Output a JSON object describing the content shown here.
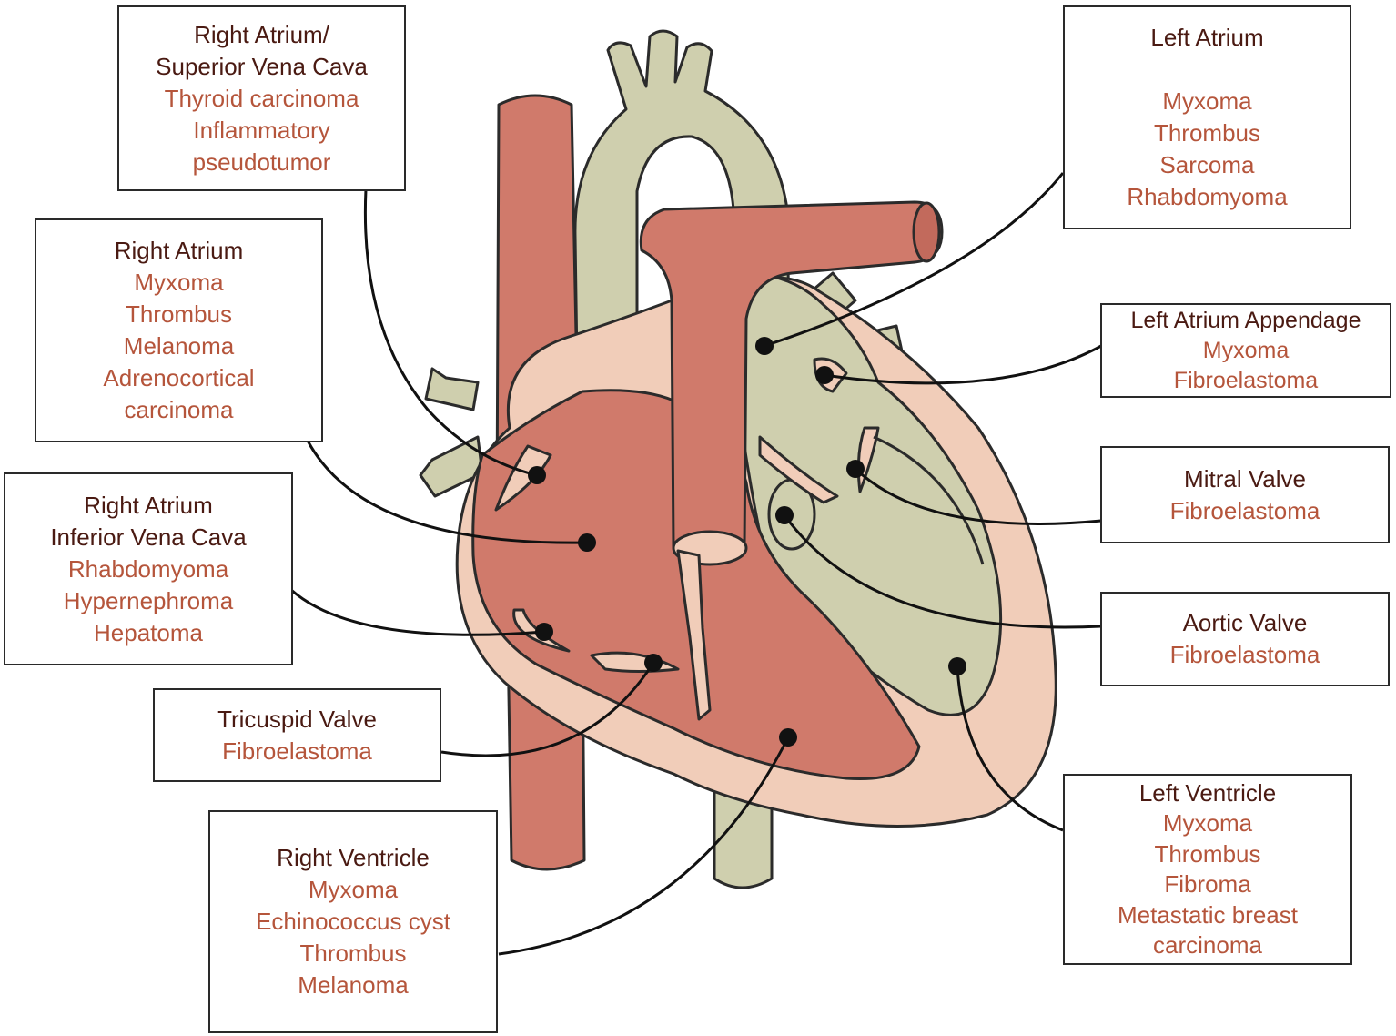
{
  "colors": {
    "vessel_red": "#d07a6b",
    "vessel_green": "#cfcfae",
    "heart_pink": "#f1cdb9",
    "chamber_red": "#d07a6b",
    "chamber_green": "#cfcfae",
    "outline": "#2b2b2b",
    "label_title": "#4a1a12",
    "label_item": "#b5553b"
  },
  "labels": {
    "ra_svc": {
      "title": [
        "Right Atrium/",
        "Superior Vena Cava"
      ],
      "items": [
        "Thyroid carcinoma",
        "Inflammatory",
        "pseudotumor"
      ]
    },
    "ra": {
      "title": [
        "Right Atrium"
      ],
      "items": [
        "Myxoma",
        "Thrombus",
        "Melanoma",
        "Adrenocortical",
        "carcinoma"
      ]
    },
    "ra_ivc": {
      "title": [
        "Right Atrium",
        "Inferior Vena Cava"
      ],
      "items": [
        "Rhabdomyoma",
        "Hypernephroma",
        "Hepatoma"
      ]
    },
    "tricuspid": {
      "title": [
        "Tricuspid Valve"
      ],
      "items": [
        "Fibroelastoma"
      ]
    },
    "rv": {
      "title": [
        "Right Ventricle"
      ],
      "items": [
        "Myxoma",
        "Echinococcus cyst",
        "Thrombus",
        "Melanoma"
      ]
    },
    "la": {
      "title": [
        "Left Atrium"
      ],
      "items": [
        "Myxoma",
        "Thrombus",
        "Sarcoma",
        "Rhabdomyoma"
      ]
    },
    "laa": {
      "title": [
        "Left Atrium Appendage"
      ],
      "items": [
        "Myxoma",
        "Fibroelastoma"
      ]
    },
    "mitral": {
      "title": [
        "Mitral Valve"
      ],
      "items": [
        "Fibroelastoma"
      ]
    },
    "aortic": {
      "title": [
        "Aortic Valve"
      ],
      "items": [
        "Fibroelastoma"
      ]
    },
    "lv": {
      "title": [
        "Left Ventricle"
      ],
      "items": [
        "Myxoma",
        "Thrombus",
        "Fibroma",
        "Metastatic breast",
        "carcinoma"
      ]
    }
  }
}
